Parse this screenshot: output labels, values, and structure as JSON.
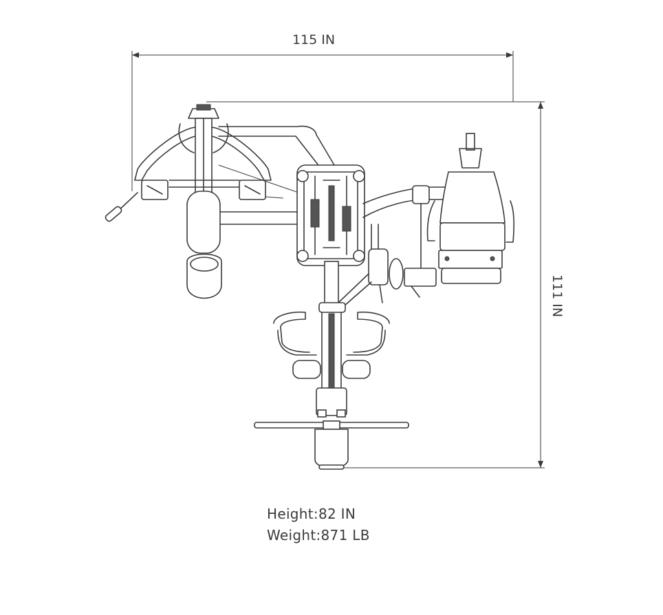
{
  "dimensions": {
    "width_label": "115 IN",
    "depth_label": "111 IN"
  },
  "specs": {
    "height": "Height:82 IN",
    "weight": "Weight:871 LB"
  },
  "colors": {
    "line": "#3a3a3a",
    "background": "#ffffff"
  }
}
